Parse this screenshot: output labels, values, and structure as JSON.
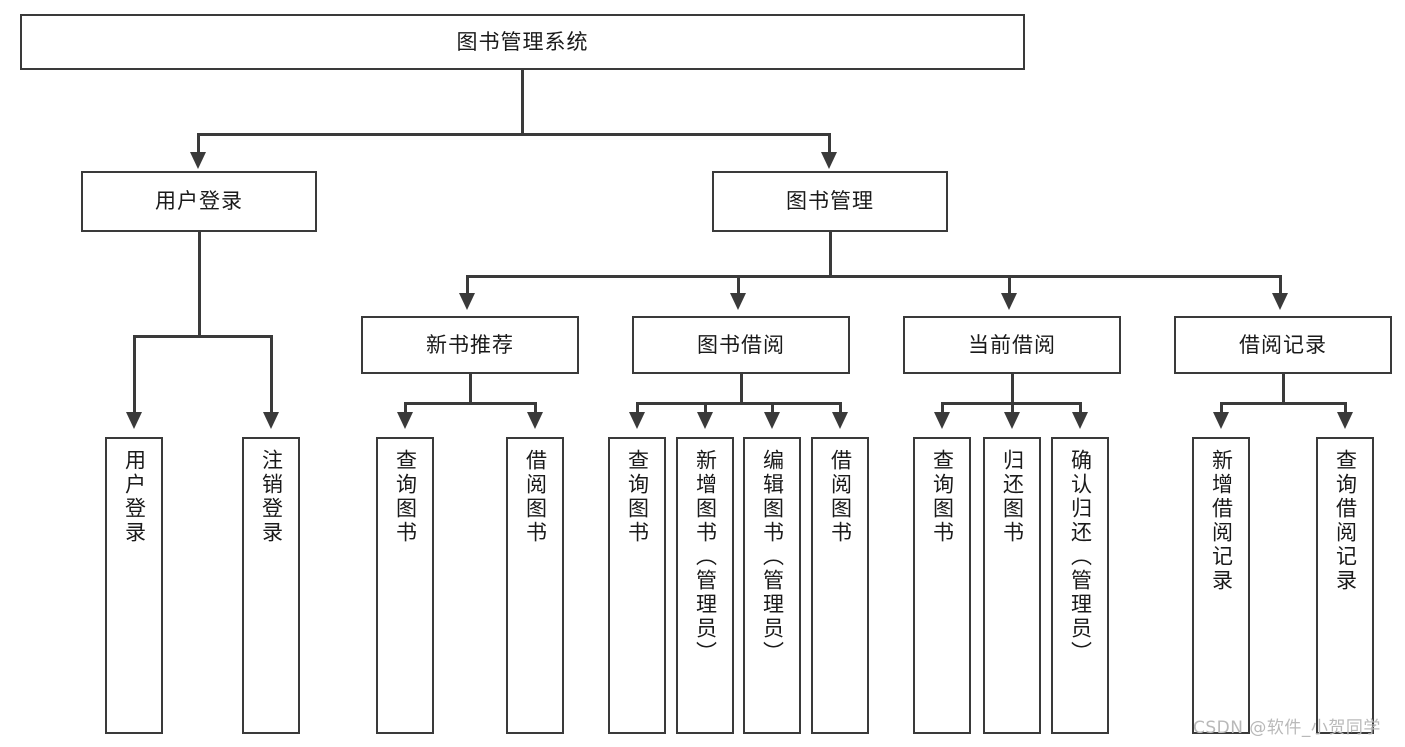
{
  "diagram": {
    "title": "图书管理系统",
    "type": "tree",
    "root": {
      "label": "图书管理系统"
    },
    "level1": [
      {
        "label": "用户登录"
      },
      {
        "label": "图书管理"
      }
    ],
    "level2": [
      {
        "label": "新书推荐"
      },
      {
        "label": "图书借阅"
      },
      {
        "label": "当前借阅"
      },
      {
        "label": "借阅记录"
      }
    ],
    "leaves": {
      "user_login": [
        {
          "label": "用户登录"
        },
        {
          "label": "注销登录"
        }
      ],
      "new_book_recommend": [
        {
          "label": "查询图书"
        },
        {
          "label": "借阅图书"
        }
      ],
      "book_borrow": [
        {
          "label": "查询图书"
        },
        {
          "label": "新增图书（管理员）"
        },
        {
          "label": "编辑图书（管理员）"
        },
        {
          "label": "借阅图书"
        }
      ],
      "current_borrow": [
        {
          "label": "查询图书"
        },
        {
          "label": "归还图书"
        },
        {
          "label": "确认归还（管理员）"
        }
      ],
      "borrow_record": [
        {
          "label": "新增借阅记录"
        },
        {
          "label": "查询借阅记录"
        }
      ]
    }
  },
  "watermark": {
    "text": "CSDN @软件_小贺同学"
  },
  "colors": {
    "stroke": "#3a3a3a",
    "fill": "#ffffff",
    "text": "#1a1a1a",
    "watermark": "#b9b9b9"
  }
}
